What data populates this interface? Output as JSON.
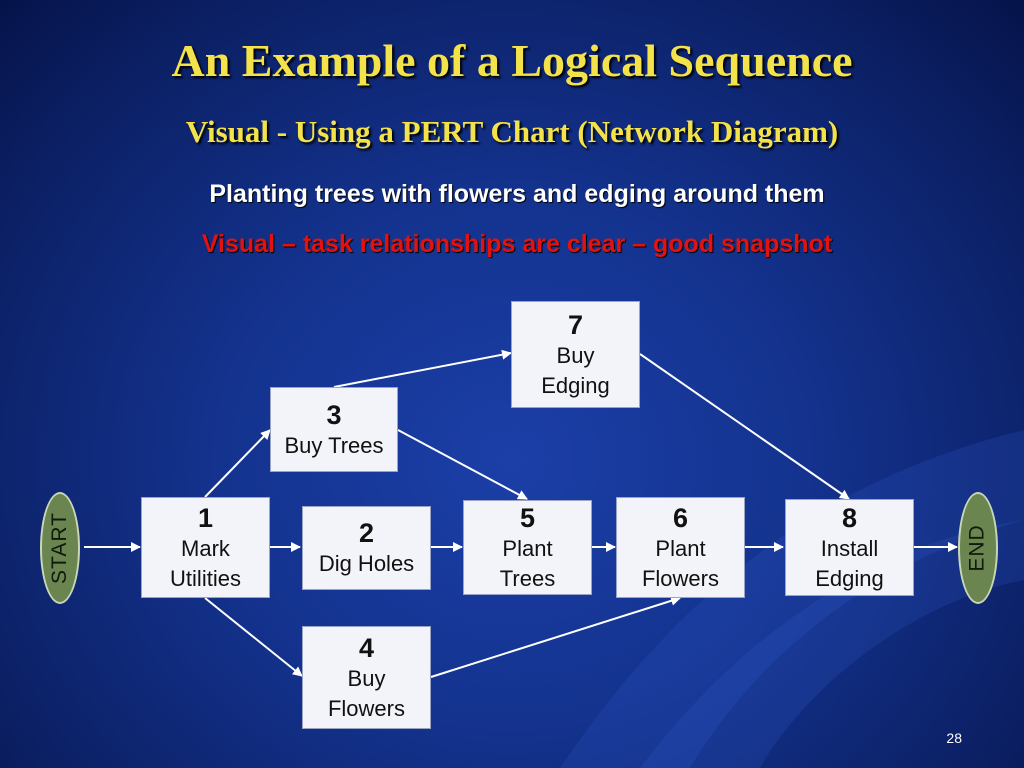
{
  "slide": {
    "title": "An Example of a Logical Sequence",
    "subtitle": "Visual - Using a PERT Chart (Network Diagram)",
    "description": "Planting trees with flowers and edging around them",
    "highlight": "Visual – task relationships are clear – good snapshot",
    "page_number": "28"
  },
  "terminals": {
    "start": "START",
    "end": "END"
  },
  "nodes": {
    "n1": {
      "num": "1",
      "line1": "Mark",
      "line2": "Utilities"
    },
    "n2": {
      "num": "2",
      "line1": "Dig Holes",
      "line2": ""
    },
    "n3": {
      "num": "3",
      "line1": "Buy Trees",
      "line2": ""
    },
    "n4": {
      "num": "4",
      "line1": "Buy",
      "line2": "Flowers"
    },
    "n5": {
      "num": "5",
      "line1": "Plant",
      "line2": "Trees"
    },
    "n6": {
      "num": "6",
      "line1": "Plant",
      "line2": "Flowers"
    },
    "n7": {
      "num": "7",
      "line1": "Buy",
      "line2": "Edging"
    },
    "n8": {
      "num": "8",
      "line1": "Install",
      "line2": "Edging"
    }
  },
  "edges": [
    {
      "from": "start",
      "to": "n1"
    },
    {
      "from": "n1",
      "to": "n2"
    },
    {
      "from": "n1",
      "to": "n3"
    },
    {
      "from": "n1",
      "to": "n4"
    },
    {
      "from": "n2",
      "to": "n5"
    },
    {
      "from": "n3",
      "to": "n5"
    },
    {
      "from": "n3",
      "to": "n7"
    },
    {
      "from": "n5",
      "to": "n6"
    },
    {
      "from": "n4",
      "to": "n6"
    },
    {
      "from": "n6",
      "to": "n8"
    },
    {
      "from": "n7",
      "to": "n8"
    },
    {
      "from": "n8",
      "to": "end"
    }
  ],
  "colors": {
    "title": "#f4e24a",
    "highlight": "#e3120f",
    "background": "#14338f",
    "node_fill": "#f3f4f9",
    "terminal_fill": "#6b8550",
    "arrow": "#ffffff"
  }
}
